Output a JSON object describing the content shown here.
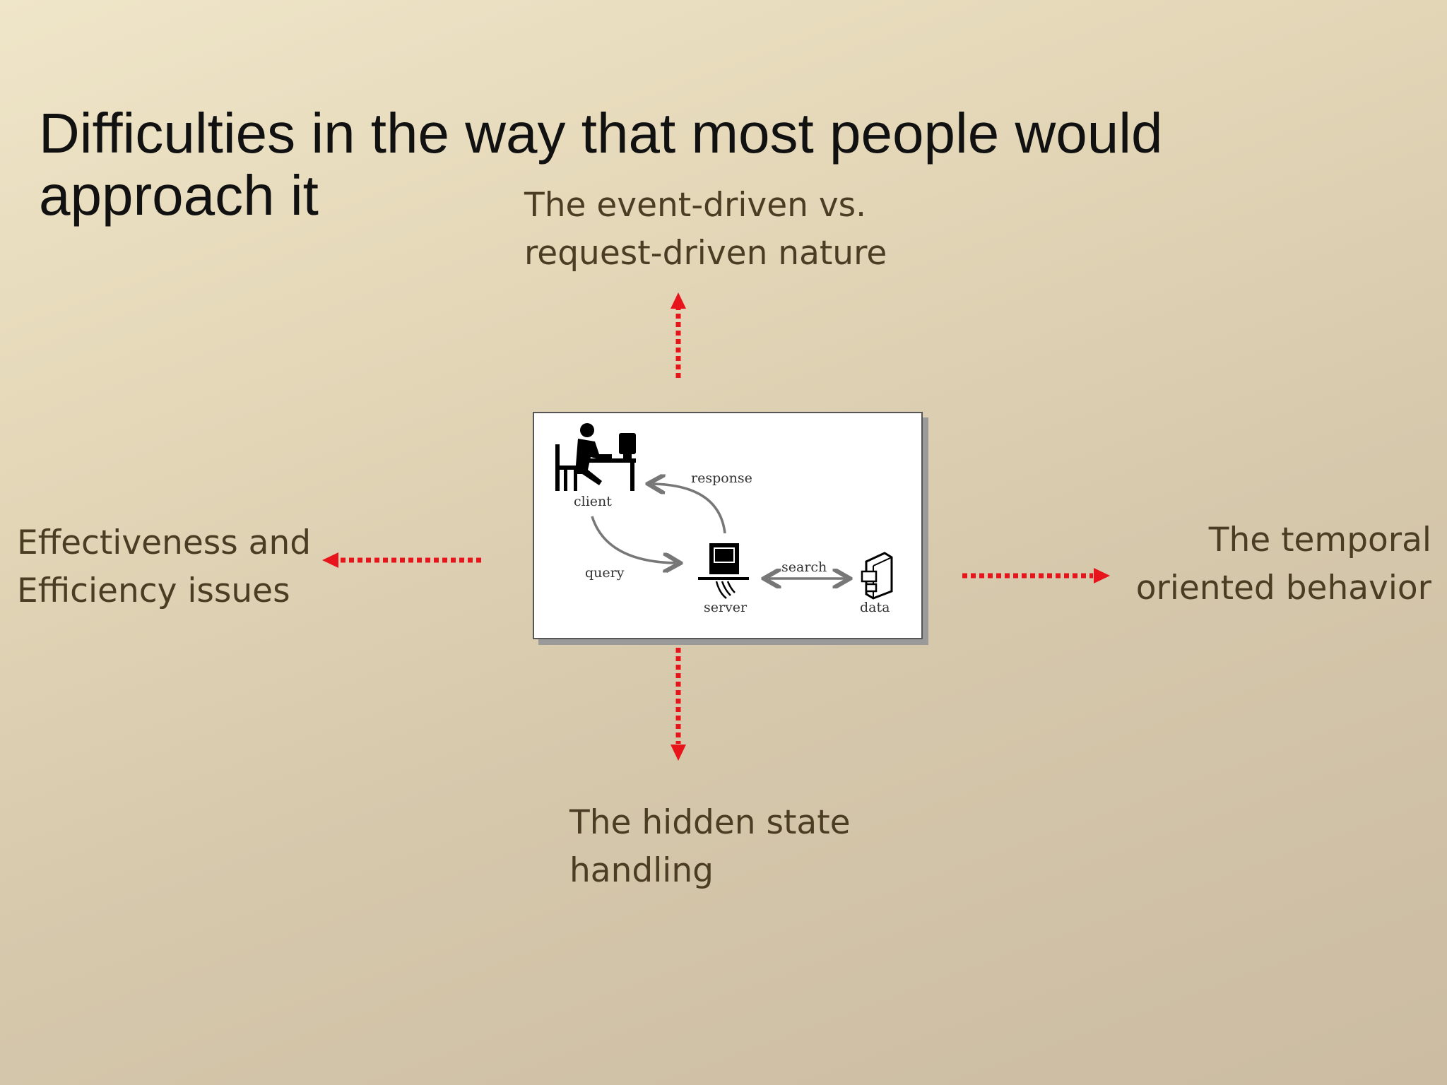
{
  "title": "Difficulties in the way that most people would approach it",
  "title_lines": [
    "Difficulties in the way that most people would",
    "approach it"
  ],
  "labels": {
    "top": [
      "The event-driven vs.",
      "request-driven nature"
    ],
    "left": [
      "Effectiveness and",
      "Efficiency issues"
    ],
    "right": [
      "The temporal",
      "oriented behavior"
    ],
    "bottom": [
      "The hidden state",
      "handling"
    ]
  },
  "diagram": {
    "client": "client",
    "server": "server",
    "data": "data",
    "query": "query",
    "response": "response",
    "search": "search"
  },
  "colors": {
    "arrow": "#e8141c",
    "label_text": "#4a3d24",
    "title_text": "#111111"
  }
}
